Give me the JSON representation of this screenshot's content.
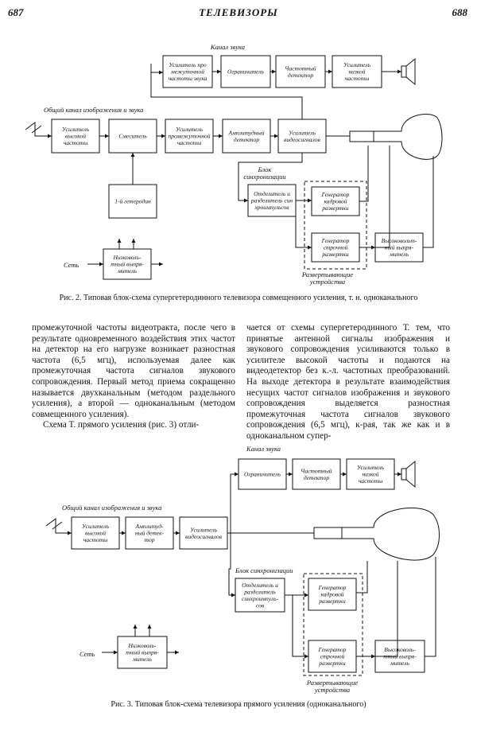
{
  "header": {
    "left": "687",
    "title": "ТЕЛЕВИЗОРЫ",
    "right": "688"
  },
  "fig2": {
    "sound_channel": "Канал звука",
    "common_channel": "Общий канал изображения и звука",
    "sync_block": [
      "Блок",
      "синхронизации"
    ],
    "scan_devices": [
      "Развертывающие",
      "устройства"
    ],
    "mains": "Сеть",
    "blocks": {
      "if_sound": [
        "Усилитель про",
        "межуточной",
        "частоты звука"
      ],
      "limiter": [
        "Ограничитель"
      ],
      "freq_det": [
        "Частотный",
        "детектор"
      ],
      "lf_amp": [
        "Усилитель",
        "низкой",
        "частоты"
      ],
      "hf_amp": [
        "Усилитель",
        "высокой",
        "частоты"
      ],
      "mixer": [
        "Смеситель"
      ],
      "if_amp": [
        "Усилитель",
        "промежуточной",
        "частоты"
      ],
      "am_det": [
        "Амплитудный",
        "детектор"
      ],
      "video_amp": [
        "Усилитель",
        "видеосигналов"
      ],
      "lo": [
        "1-й гетеродин"
      ],
      "sync_sep": [
        "Отделитель и",
        "разделитель син",
        "хроимпульсов"
      ],
      "frame_gen": [
        "Генератор",
        "кадровой",
        "развертки"
      ],
      "line_gen": [
        "Генератор",
        "строчной",
        "развертки"
      ],
      "hv_rect": [
        "Высоковольт-",
        "ный выпря-",
        "митель"
      ],
      "lv_rect": [
        "Низковоль-",
        "тный выпря-",
        "митель"
      ]
    },
    "caption": "Рис. 2. Типовая блок-схема супергетеродинного телевизора совмещенного усиления, т. н. одноканального"
  },
  "text": {
    "left_p1": "промежуточной частоты видеотракта, после чего в результате одновременного воздействия этих частот на детектор на его нагрузке возникает разностная частота (6,5 мгц), используемая далее как промежуточная частота сигналов звукового сопровождения. Первый метод приема сокращенно называется двухканальным (методом раздельного усиления), а второй — одноканальным (методом совмещенного усиления).",
    "left_p2": "Схема Т. прямого усиления (рис. 3) отли-",
    "right_p1": "чается от схемы супергетеродинного Т. тем, что принятые антенной сигналы изображения и звукового сопровождения усиливаются только в усилителе высокой частоты и подаются на видеодетектор без к.-л. частотных преобразований. На выходе детектора в результате взаимодействия несущих частот сигналов изображения и звукового сопровождения выделяется разностная промежуточная частота сигналов звукового сопровождения (6,5 мгц), к-рая, так же как и в одноканальном супер-"
  },
  "fig3": {
    "sound_channel": "Канал звука",
    "common_channel": "Общий канал изображения и звука",
    "sync_block": "Блок синхронизации",
    "scan_devices": [
      "Развертывающие",
      "устройства"
    ],
    "mains": "Сеть",
    "blocks": {
      "limiter": [
        "Ограничитель"
      ],
      "freq_det": [
        "Частотный",
        "детектор"
      ],
      "lf_amp": [
        "Усилитель",
        "низкой",
        "частоты"
      ],
      "hf_amp": [
        "Усилитель",
        "высокой",
        "частоты"
      ],
      "am_det": [
        "Амплитуд-",
        "ный детек-",
        "тор"
      ],
      "video_amp": [
        "Усилитель",
        "видеосигналов"
      ],
      "sync_sep": [
        "Отделитель и",
        "разделитель",
        "синхроимпуль-",
        "сов"
      ],
      "frame_gen": [
        "Генератор",
        "кадровой",
        "развертки"
      ],
      "line_gen": [
        "Генератор",
        "строчной",
        "развертки"
      ],
      "hv_rect": [
        "Высоковоль-",
        "тный выпря-",
        "митель"
      ],
      "lv_rect": [
        "Низковоль-",
        "тный выпря-",
        "митель"
      ]
    },
    "caption": "Рис. 3. Типовая блок-схема телевизора прямого усиления (одноканального)"
  }
}
